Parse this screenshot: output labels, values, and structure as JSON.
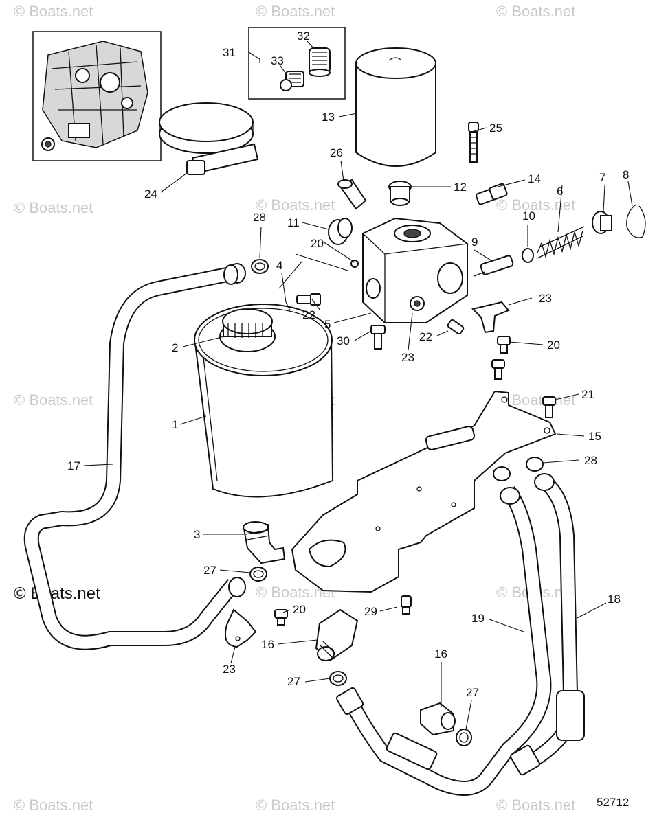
{
  "diagram": {
    "figure_number": "52712",
    "watermark_text": "© Boats.net",
    "callouts": [
      "1",
      "2",
      "3",
      "4",
      "5",
      "6",
      "7",
      "8",
      "9",
      "10",
      "11",
      "12",
      "13",
      "14",
      "15",
      "16",
      "16",
      "17",
      "18",
      "19",
      "20",
      "20",
      "20",
      "20",
      "21",
      "22",
      "22",
      "23",
      "23",
      "23",
      "23",
      "24",
      "25",
      "26",
      "27",
      "27",
      "27",
      "28",
      "28",
      "29",
      "30",
      "31",
      "32",
      "33"
    ]
  }
}
